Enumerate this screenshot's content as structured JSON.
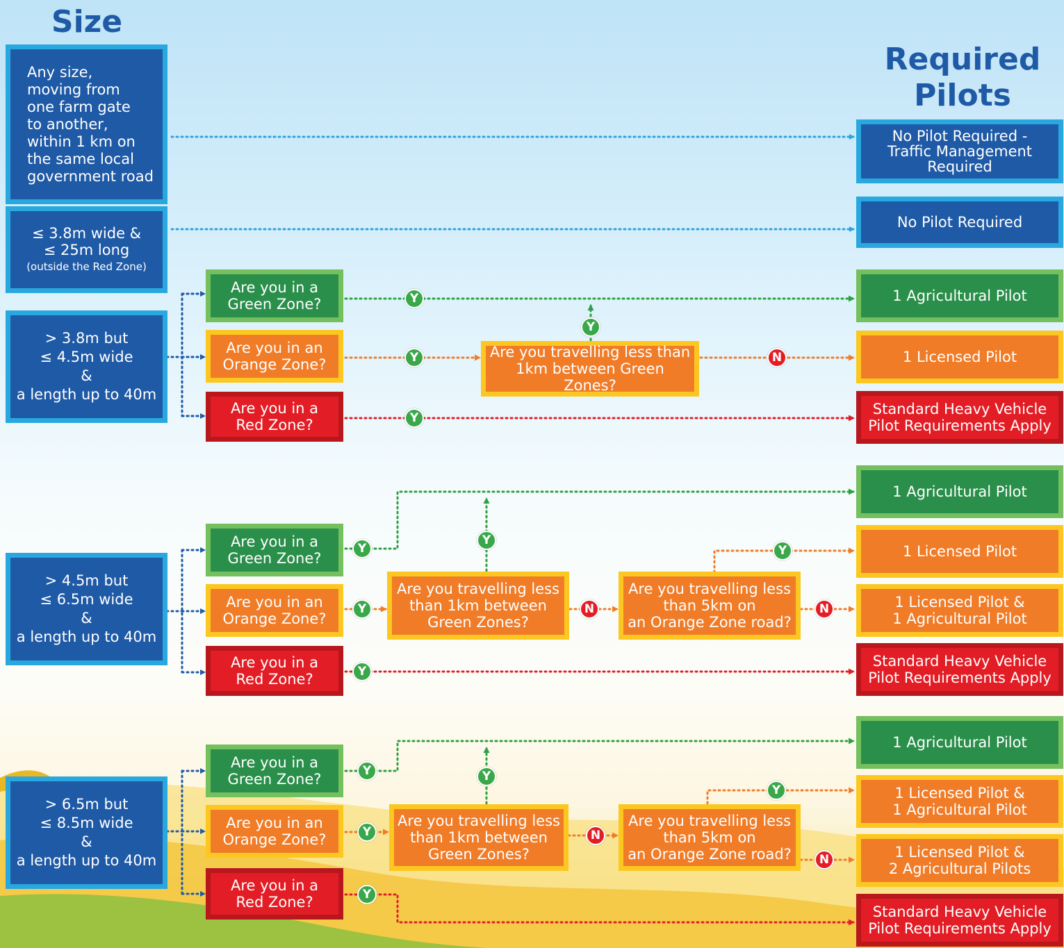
{
  "headings": {
    "size": "Size",
    "required_pilots": "Required\nPilots"
  },
  "sizes": [
    "Any size,\nmoving from\none farm gate\nto another,\nwithin 1 km on\nthe same local\ngovernment road",
    "≤ 3.8m wide &\n≤ 25m long",
    "> 3.8m but\n≤ 4.5m wide\n&\na length up to 40m",
    "> 4.5m but\n≤ 6.5m wide\n&\na length up to 40m",
    "> 6.5m but\n≤ 8.5m wide\n&\na length up to 40m"
  ],
  "size_note": "(outside the Red Zone)",
  "questions": {
    "green_zone": "Are you in a\nGreen Zone?",
    "orange_zone": "Are you in an\nOrange Zone?",
    "red_zone": "Are you in a\nRed Zone?",
    "less_1km_a": "Are you travelling less than\n1km between Green Zones?",
    "less_1km_b": "Are you travelling less\nthan 1km between\nGreen Zones?",
    "less_5km": "Are you travelling less\nthan 5km on\nan Orange Zone road?"
  },
  "outcomes": {
    "no_pilot_tm": "No Pilot Required -\nTraffic Management\nRequired",
    "no_pilot": "No Pilot Required",
    "one_ag": "1 Agricultural Pilot",
    "one_lic": "1 Licensed Pilot",
    "one_lic_one_ag": "1 Licensed Pilot &\n1 Agricultural Pilot",
    "one_lic_two_ag": "1 Licensed Pilot &\n2 Agricultural Pilots",
    "standard": "Standard Heavy Vehicle\nPilot Requirements Apply"
  },
  "badges": {
    "yes": "Y",
    "no": "N"
  },
  "colors": {
    "blue_fill": "#1f5aa6",
    "blue_border": "#29a8e0",
    "green_fill": "#2a8f4a",
    "orange_fill": "#f07c28",
    "yellow_border": "#fcc721",
    "red_fill": "#e31d25",
    "connector_blue": "#2aa5de",
    "connector_green": "#2ea043",
    "connector_orange": "#f07c28",
    "connector_red": "#e31d25"
  }
}
